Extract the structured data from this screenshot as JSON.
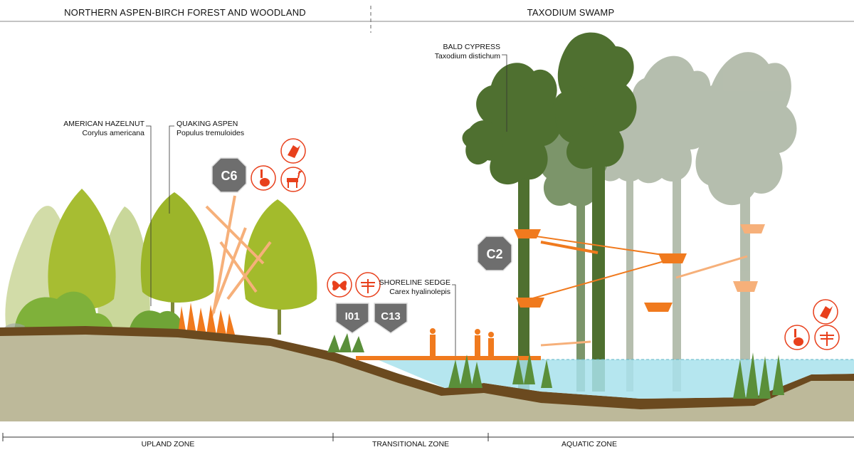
{
  "headers": {
    "left": "NORTHERN ASPEN-BIRCH FOREST AND WOODLAND",
    "right": "TAXODIUM SWAMP"
  },
  "labels": {
    "hazelnut": {
      "common": "AMERICAN HAZELNUT",
      "latin": "Corylus americana"
    },
    "aspen": {
      "common": "QUAKING ASPEN",
      "latin": "Populus tremuloides"
    },
    "cypress": {
      "common": "BALD CYPRESS",
      "latin": "Taxodium distichum"
    },
    "sedge": {
      "common": "SHORELINE SEDGE",
      "latin": "Carex hyalinolepis"
    }
  },
  "badges": {
    "c6": "C6",
    "c2": "C2",
    "i01": "I01",
    "c13": "C13"
  },
  "zones": {
    "upland": "UPLAND ZONE",
    "transitional": "TRANSITIONAL ZONE",
    "aquatic": "AQUATIC ZONE"
  },
  "wildlife_icons": [
    "cardinal-icon",
    "rabbit-icon",
    "deer-icon",
    "butterfly-icon",
    "dragonfly-icon"
  ],
  "colors": {
    "accent": "#f06a1e",
    "wildlife": "#e8401c",
    "badge": "#6e6e6e",
    "ground": "#bdb99a",
    "soil": "#6b4a1f",
    "water": "#a8e2ec",
    "cypress_dark": "#4e6f2f",
    "cypress_light": "#9aab92",
    "aspen": "#9cb52a"
  }
}
